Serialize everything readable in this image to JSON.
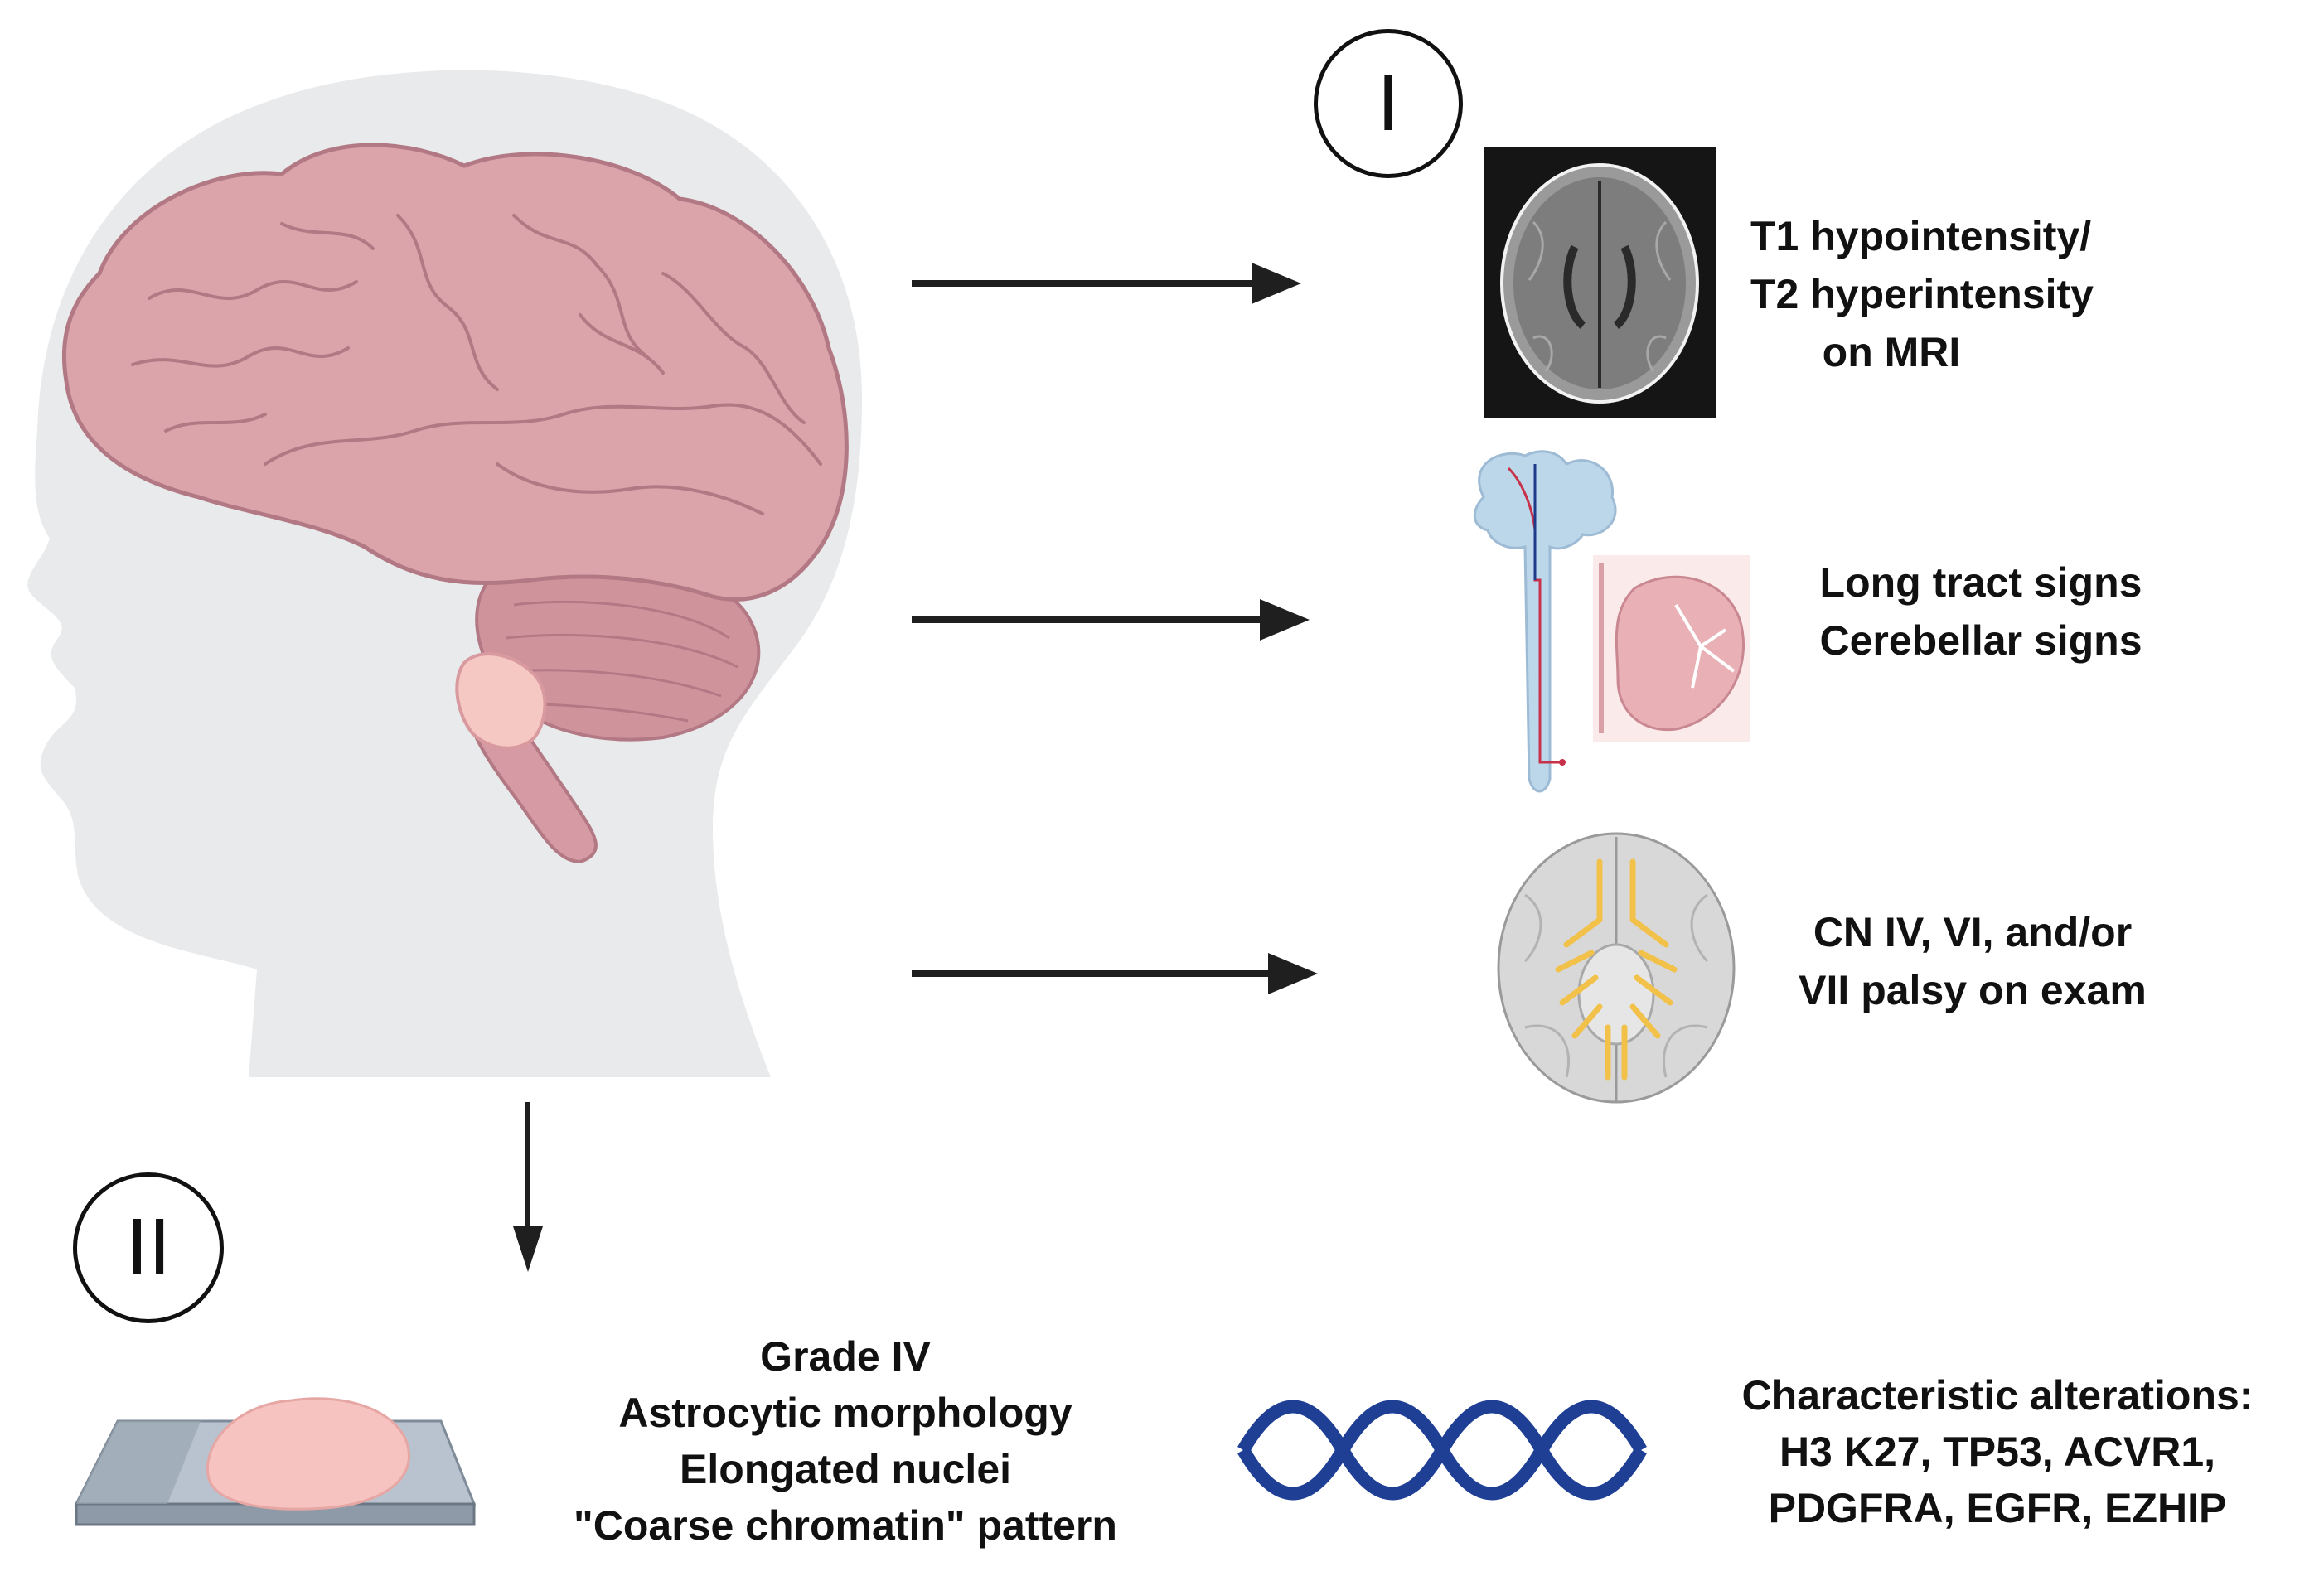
{
  "colors": {
    "silhouette": "#e9eaeb",
    "brain_pink": "#dba3aa",
    "brain_stroke": "#b27984",
    "tumor": "#f6c8c4",
    "arrow": "#1f1f1f",
    "dna": "#1f3f95",
    "nerve_yellow": "#f2c14a",
    "tract_blue": "#bcd6ea"
  },
  "markers": {
    "section_one": "I",
    "section_two": "II"
  },
  "findings": {
    "mri": [
      "T1 hypointensity/",
      "T2 hyperintensity",
      "on MRI"
    ],
    "signs": [
      "Long tract signs",
      "Cerebellar signs"
    ],
    "cranial_nerves": [
      "CN IV, VI, and/or",
      "VII palsy on exam"
    ]
  },
  "pathology": [
    "Grade IV",
    "Astrocytic morphology",
    "Elongated nuclei",
    "\"Coarse chromatin\" pattern"
  ],
  "genetics": [
    "Characteristic alterations:",
    "H3 K27, TP53, ACVR1,",
    "PDGFRA, EGFR, EZHIP"
  ],
  "icons": {
    "head": "child-head-silhouette-icon",
    "brain": "brain-with-brainstem-tumor-icon",
    "mri": "axial-mri-slice-icon",
    "tract": "corticospinal-tract-icon",
    "cerebellum": "cerebellum-section-icon",
    "brain_base": "brain-inferior-view-cranial-nerves-icon",
    "slide": "tissue-slide-icon",
    "dna": "dna-helix-icon"
  }
}
